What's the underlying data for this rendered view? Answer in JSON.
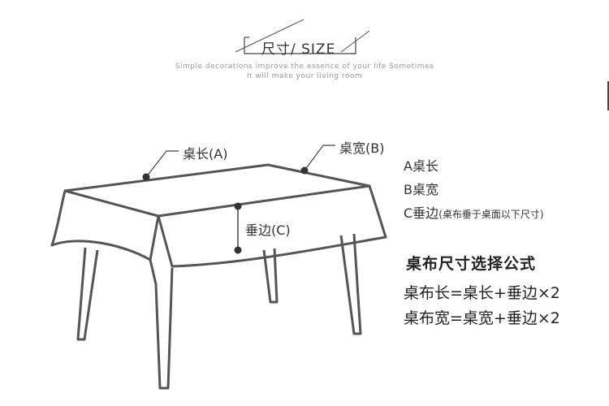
{
  "header": {
    "title": "尺寸/ SIZE",
    "subtitle_line1": "Simple decorations improve the essence of your life Sometimes",
    "subtitle_line2": "It will make your living room"
  },
  "diagram": {
    "label_length": "桌长(A)",
    "label_width": "桌宽(B)",
    "label_drop": "垂边(C)"
  },
  "legend": {
    "a": "A桌长",
    "b": "B桌宽",
    "c_main": "C垂边",
    "c_note": "(桌布垂于桌面以下尺寸)"
  },
  "formula": {
    "title": "桌布尺寸选择公式",
    "line1": "桌布长=桌长+垂边×2",
    "line2": "桌布宽=桌宽+垂边×2"
  },
  "colors": {
    "line": "#555555",
    "dot": "#333333",
    "text": "#333333",
    "subtitle": "#9a9a9a"
  }
}
